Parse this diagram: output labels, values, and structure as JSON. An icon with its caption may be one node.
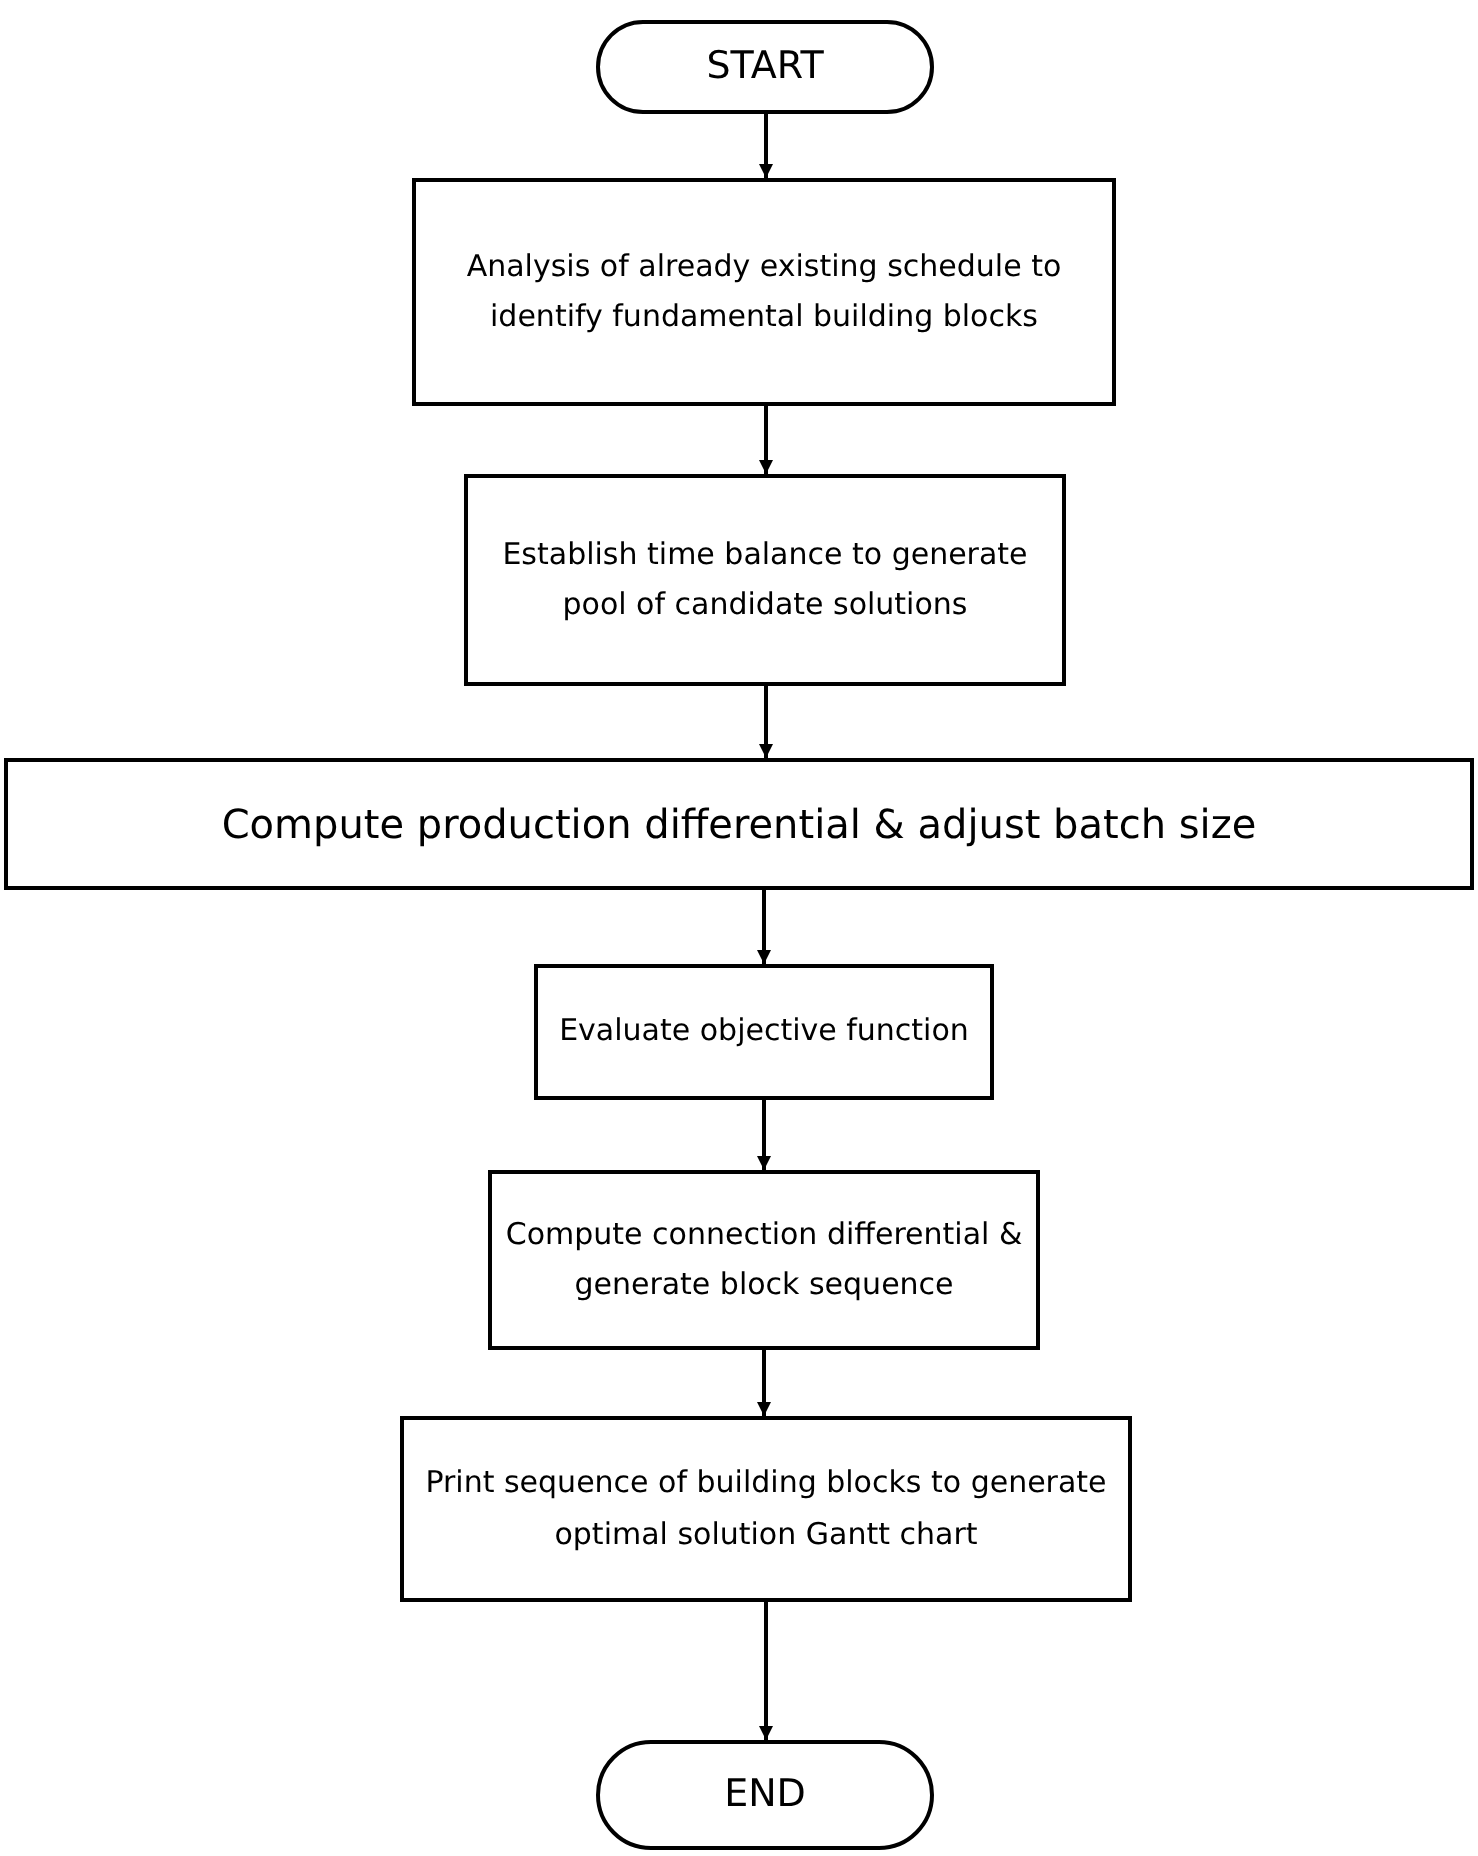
{
  "diagram": {
    "nodes": [
      {
        "text": [
          "START"
        ]
      },
      {
        "text": [
          "Analysis of already existing schedule to identify fundamental building blocks"
        ]
      },
      {
        "text": [
          "Establish time balance to generate pool of candidate solutions"
        ]
      },
      {
        "text": [
          "Compute production differential & adjust batch size"
        ]
      },
      {
        "text": [
          "Evaluate objective function"
        ]
      },
      {
        "text": [
          "Compute connection differential & generate block sequence"
        ]
      },
      {
        "text": [
          "Print sequence of building blocks to generate optimal solution Gantt chart"
        ]
      },
      {
        "text": [
          "END"
        ]
      }
    ],
    "edges": [
      {
        "from": 0,
        "to": 1,
        "arrow": "to"
      },
      {
        "from": 1,
        "to": 2,
        "arrow": "to"
      },
      {
        "from": 2,
        "to": 3,
        "arrow": "to"
      },
      {
        "from": 3,
        "to": 4,
        "arrow": "to"
      },
      {
        "from": 4,
        "to": 5,
        "arrow": "to"
      },
      {
        "from": 5,
        "to": 6,
        "arrow": "to"
      },
      {
        "from": 6,
        "to": 7,
        "arrow": "to"
      }
    ]
  }
}
